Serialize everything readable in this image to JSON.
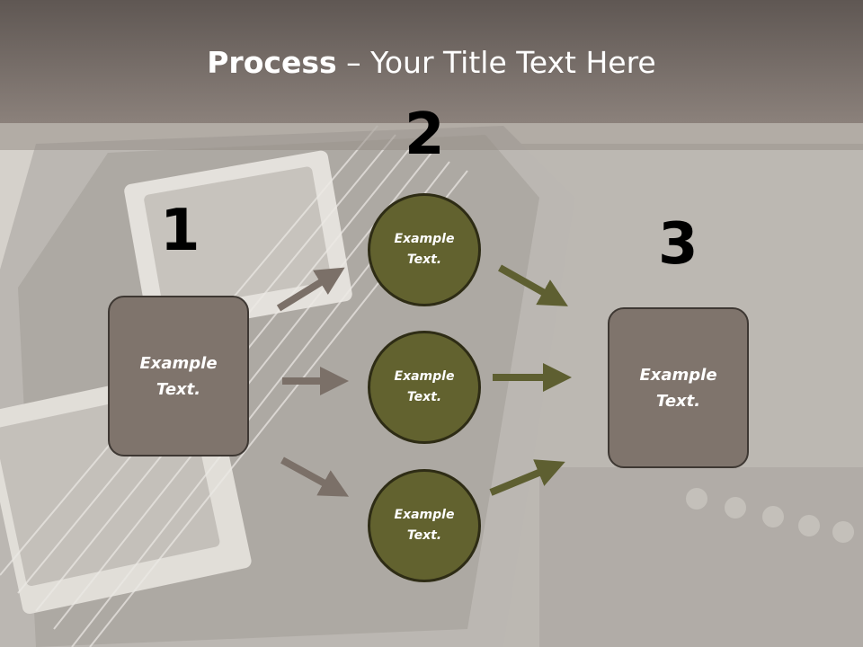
{
  "title": {
    "bold": "Process",
    "rest": " – Your Title Text Here"
  },
  "colors": {
    "title_band": "#6e6561",
    "box_fill": "#7f746c",
    "circle_fill": "#62622f",
    "arrow_left": "#7b7068",
    "arrow_right": "#5e5f31"
  },
  "steps": {
    "one": {
      "number": "1",
      "text": "Example\nText."
    },
    "two": {
      "number": "2",
      "circles": [
        {
          "text": "Example\nText."
        },
        {
          "text": "Example\nText."
        },
        {
          "text": "Example\nText."
        }
      ]
    },
    "three": {
      "number": "3",
      "text": "Example\nText."
    }
  }
}
